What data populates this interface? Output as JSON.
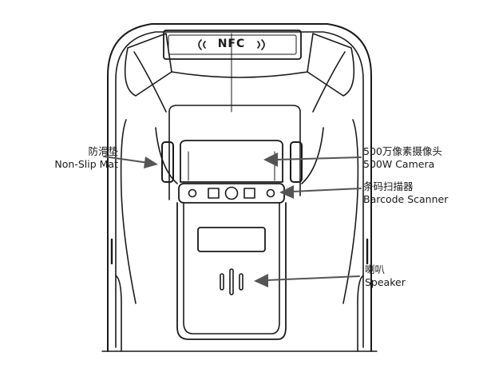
{
  "nfc_badge": {
    "text": "NFC"
  },
  "callouts": {
    "non_slip_mat": {
      "zh": "防滑垫",
      "en": "Non-Slip Mat"
    },
    "camera": {
      "zh": "500万像素摄像头",
      "en": "500W Camera"
    },
    "barcode_scanner": {
      "zh": "条码扫描器",
      "en": "Barcode Scanner"
    },
    "speaker": {
      "zh": "喇叭",
      "en": "Speaker"
    }
  },
  "colors": {
    "line": "#1a1a1a",
    "arrow": "#555555",
    "background": "#ffffff"
  }
}
